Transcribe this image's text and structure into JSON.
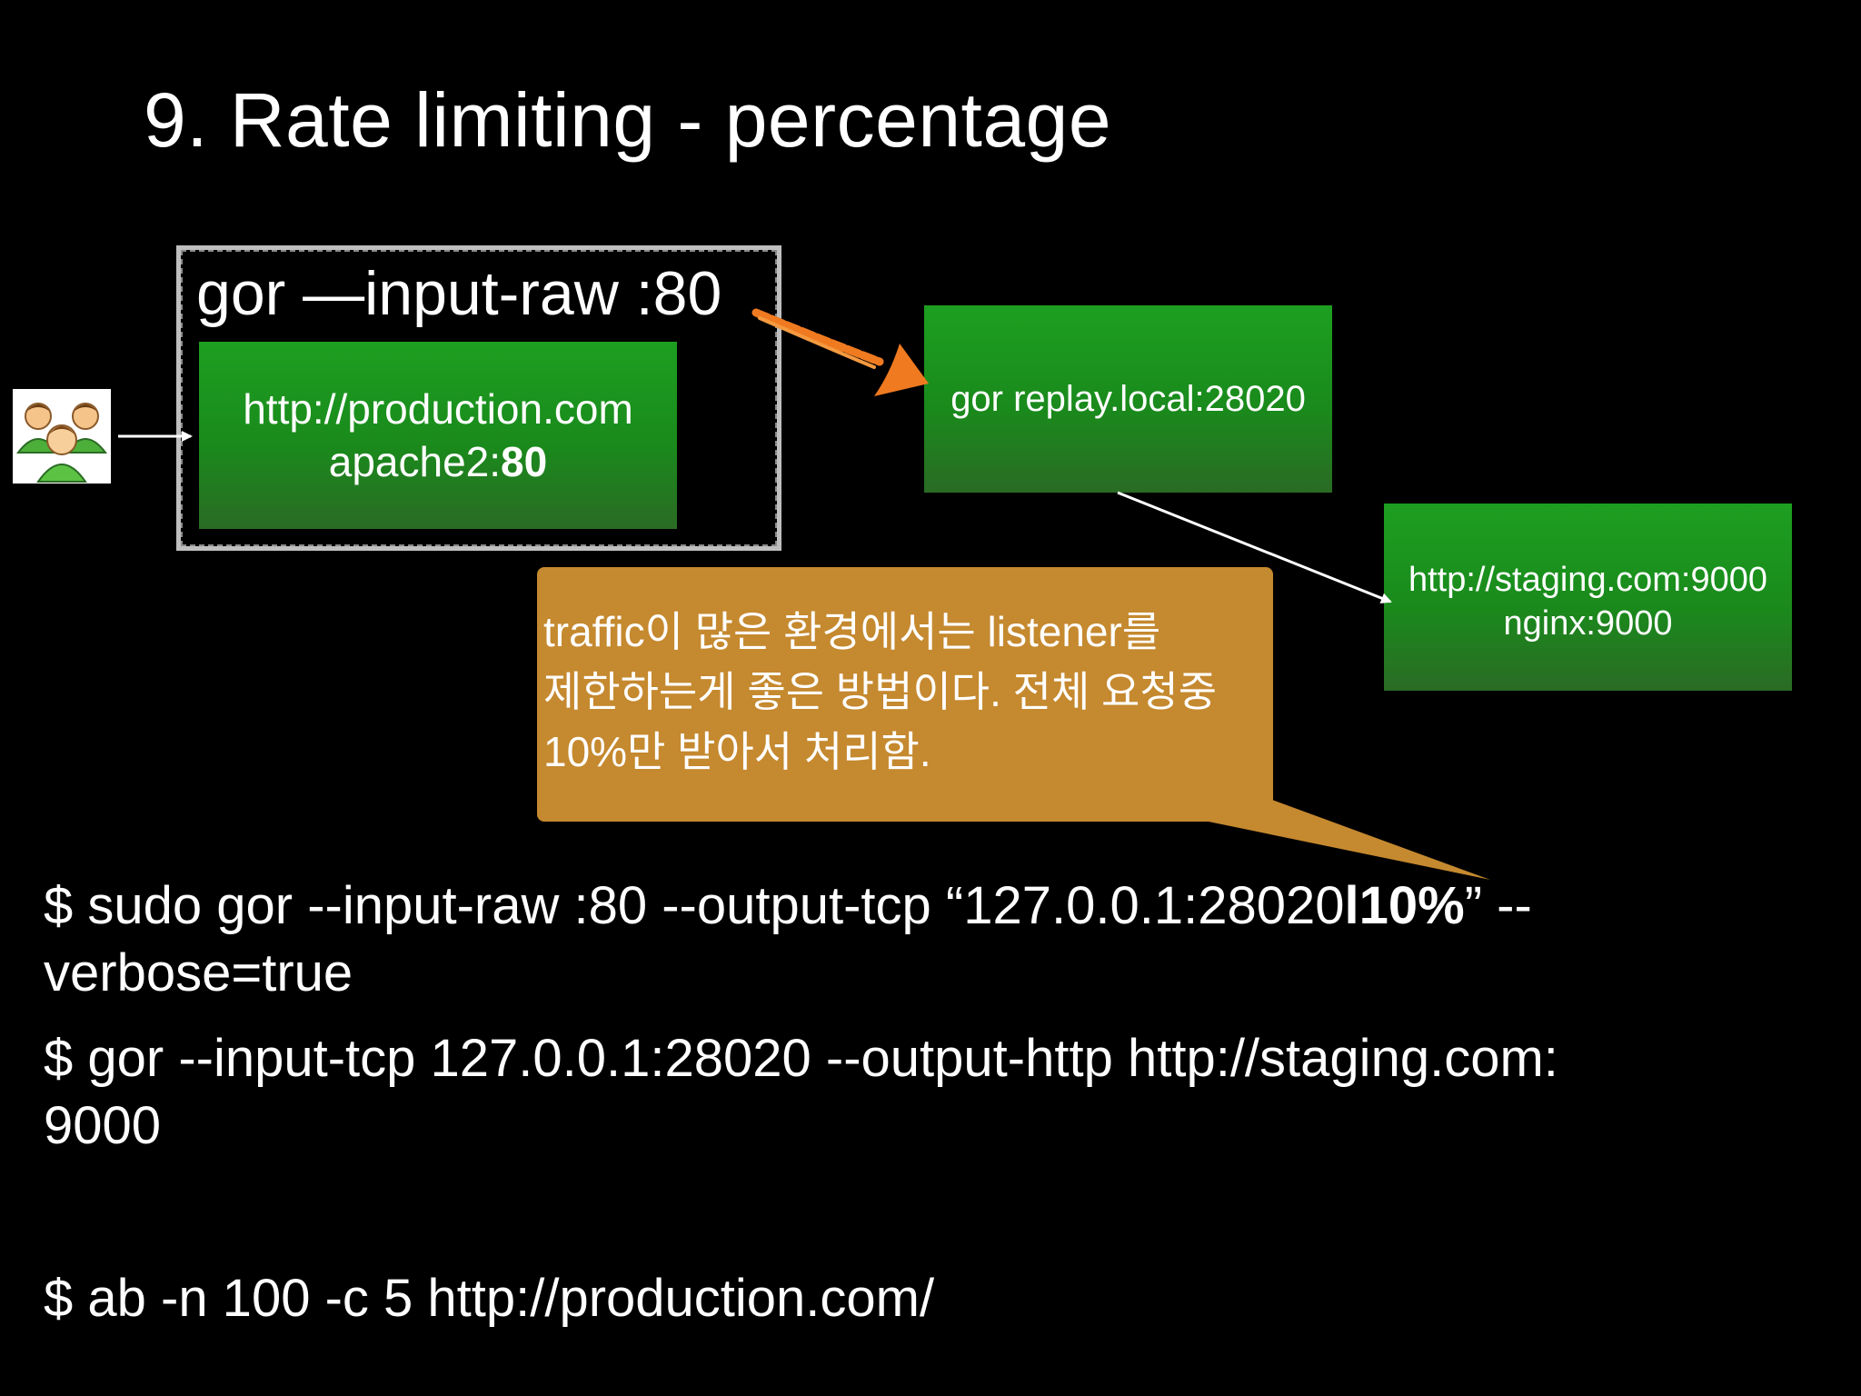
{
  "slide": {
    "title": "9. Rate limiting - percentage"
  },
  "diagram": {
    "gor_input_label": "gor —input-raw :80",
    "production": {
      "line1": "http://production.com",
      "line2_prefix": "apache2:",
      "line2_port": "80"
    },
    "replay": {
      "label": "gor replay.local:28020"
    },
    "staging": {
      "line1": "http://staging.com:9000",
      "line2": "nginx:9000"
    },
    "note": {
      "line1": "traffic이 많은 환경에서는 listener를",
      "line2": "제한하는게 좋은 방법이다. 전체 요청중",
      "line3": "10%만 받아서 처리함."
    },
    "colors": {
      "background": "#000000",
      "box_green": "#1a8a1c",
      "note_orange": "#c5892f",
      "arrow_orange": "#f07a20"
    },
    "icons": [
      "users-icon",
      "arrow-right-icon",
      "arrow-orange-icon",
      "arrow-diagonal-icon"
    ]
  },
  "commands": {
    "cmd1_a": "$ sudo gor --input-raw :80 --output-tcp “127.0.0.1:28020",
    "cmd1_bold": "l10%",
    "cmd1_b": "” --",
    "cmd1_line2": "verbose=true",
    "cmd2_line1": "$ gor --input-tcp 127.0.0.1:28020 --output-http http://staging.com:",
    "cmd2_line2": "9000",
    "cmd3": "$ ab -n 100 -c 5 http://production.com/"
  }
}
